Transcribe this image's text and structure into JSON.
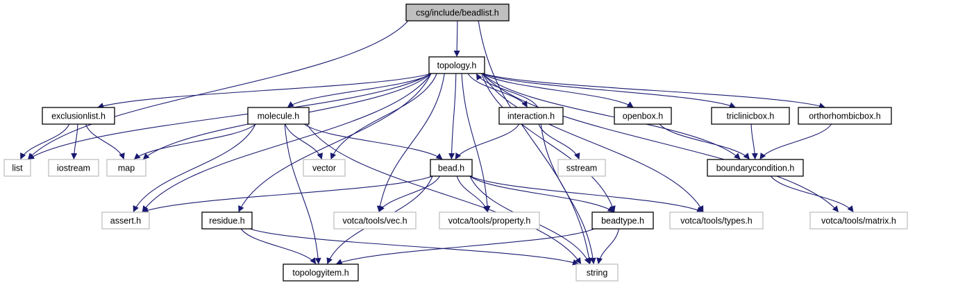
{
  "colors": {
    "edge": "#191970",
    "root_fill": "#bfbfbf",
    "node_border": "#000000",
    "external_border": "#bfbfbf",
    "background": "#ffffff"
  },
  "nodes": [
    {
      "id": "beadlist",
      "label": "csg/include/beadlist.h",
      "kind": "root"
    },
    {
      "id": "topology",
      "label": "topology.h",
      "kind": "internal"
    },
    {
      "id": "exclusionlist",
      "label": "exclusionlist.h",
      "kind": "internal"
    },
    {
      "id": "molecule",
      "label": "molecule.h",
      "kind": "internal"
    },
    {
      "id": "interaction",
      "label": "interaction.h",
      "kind": "internal"
    },
    {
      "id": "openbox",
      "label": "openbox.h",
      "kind": "internal"
    },
    {
      "id": "triclinicbox",
      "label": "triclinicbox.h",
      "kind": "internal"
    },
    {
      "id": "orthorhombicbox",
      "label": "orthorhombicbox.h",
      "kind": "internal"
    },
    {
      "id": "list",
      "label": "list",
      "kind": "external"
    },
    {
      "id": "iostream",
      "label": "iostream",
      "kind": "external"
    },
    {
      "id": "map",
      "label": "map",
      "kind": "external"
    },
    {
      "id": "vector",
      "label": "vector",
      "kind": "external"
    },
    {
      "id": "bead",
      "label": "bead.h",
      "kind": "internal"
    },
    {
      "id": "sstream",
      "label": "sstream",
      "kind": "external"
    },
    {
      "id": "boundarycondition",
      "label": "boundarycondition.h",
      "kind": "internal"
    },
    {
      "id": "assert",
      "label": "assert.h",
      "kind": "external"
    },
    {
      "id": "residue",
      "label": "residue.h",
      "kind": "internal"
    },
    {
      "id": "vec",
      "label": "votca/tools/vec.h",
      "kind": "external"
    },
    {
      "id": "property",
      "label": "votca/tools/property.h",
      "kind": "external"
    },
    {
      "id": "beadtype",
      "label": "beadtype.h",
      "kind": "internal"
    },
    {
      "id": "types",
      "label": "votca/tools/types.h",
      "kind": "external"
    },
    {
      "id": "matrix",
      "label": "votca/tools/matrix.h",
      "kind": "external"
    },
    {
      "id": "topologyitem",
      "label": "topologyitem.h",
      "kind": "internal"
    },
    {
      "id": "string",
      "label": "string",
      "kind": "external"
    }
  ],
  "edges": [
    [
      "beadlist",
      "topology"
    ],
    [
      "beadlist",
      "list"
    ],
    [
      "beadlist",
      "string"
    ],
    [
      "topology",
      "exclusionlist"
    ],
    [
      "topology",
      "list"
    ],
    [
      "topology",
      "map"
    ],
    [
      "topology",
      "assert"
    ],
    [
      "topology",
      "molecule"
    ],
    [
      "topology",
      "vector"
    ],
    [
      "topology",
      "residue"
    ],
    [
      "topology",
      "vec"
    ],
    [
      "topology",
      "bead"
    ],
    [
      "topology",
      "property"
    ],
    [
      "topology",
      "beadtype"
    ],
    [
      "topology",
      "interaction"
    ],
    [
      "topology",
      "openbox"
    ],
    [
      "topology",
      "triclinicbox"
    ],
    [
      "topology",
      "orthorhombicbox"
    ],
    [
      "topology",
      "boundarycondition"
    ],
    [
      "topology",
      "types"
    ],
    [
      "topology",
      "matrix"
    ],
    [
      "interaction",
      "topology"
    ],
    [
      "exclusionlist",
      "list"
    ],
    [
      "exclusionlist",
      "iostream"
    ],
    [
      "exclusionlist",
      "map"
    ],
    [
      "molecule",
      "map"
    ],
    [
      "molecule",
      "assert"
    ],
    [
      "molecule",
      "vector"
    ],
    [
      "molecule",
      "bead"
    ],
    [
      "molecule",
      "topologyitem"
    ],
    [
      "molecule",
      "string"
    ],
    [
      "interaction",
      "bead"
    ],
    [
      "interaction",
      "sstream"
    ],
    [
      "interaction",
      "string"
    ],
    [
      "openbox",
      "boundarycondition"
    ],
    [
      "triclinicbox",
      "boundarycondition"
    ],
    [
      "orthorhombicbox",
      "boundarycondition"
    ],
    [
      "boundarycondition",
      "matrix"
    ],
    [
      "bead",
      "assert"
    ],
    [
      "bead",
      "vec"
    ],
    [
      "bead",
      "property"
    ],
    [
      "bead",
      "beadtype"
    ],
    [
      "bead",
      "types"
    ],
    [
      "bead",
      "topologyitem"
    ],
    [
      "bead",
      "string"
    ],
    [
      "residue",
      "topologyitem"
    ],
    [
      "residue",
      "string"
    ],
    [
      "beadtype",
      "topologyitem"
    ],
    [
      "beadtype",
      "string"
    ]
  ]
}
